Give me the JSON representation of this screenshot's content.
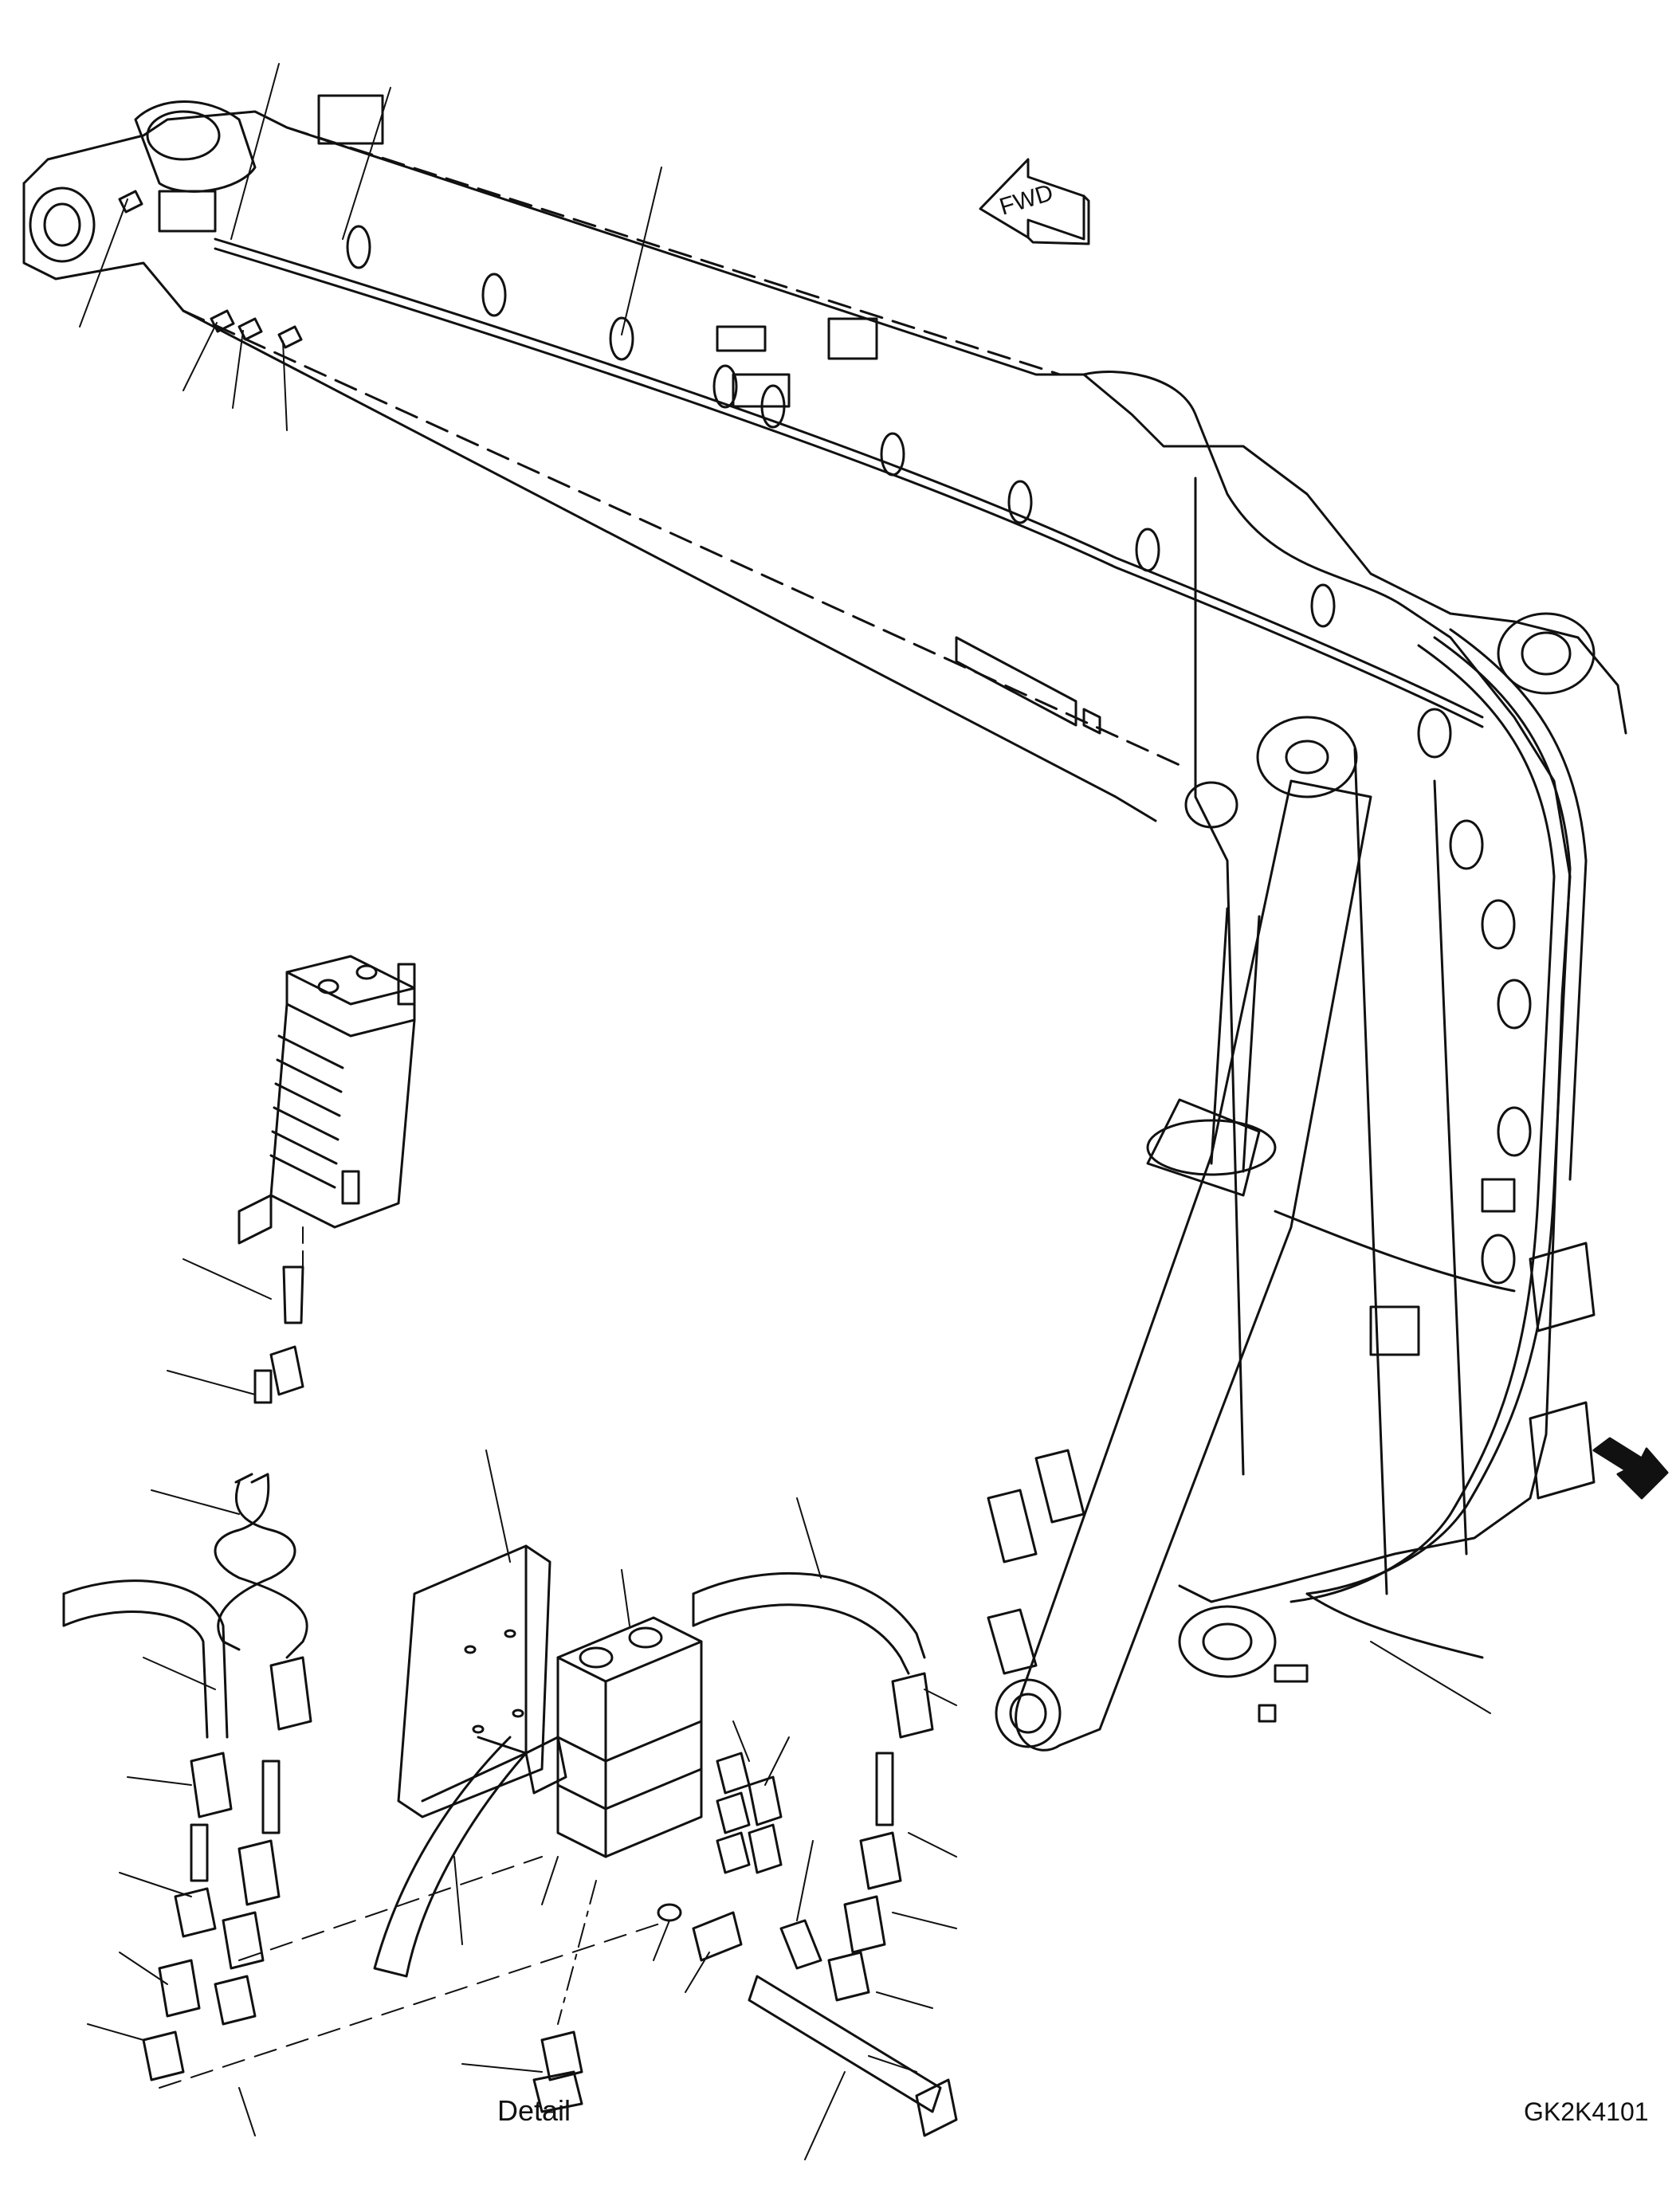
{
  "labels": {
    "fwd": "FWD",
    "detail": "Detail",
    "drawing_id": "GK2K4101"
  },
  "colors": {
    "ink": "#111111",
    "paper": "#ffffff"
  },
  "icons": {
    "direction_arrow": "fwd-arrow-icon",
    "view_arrow": "view-direction-arrow-icon"
  }
}
